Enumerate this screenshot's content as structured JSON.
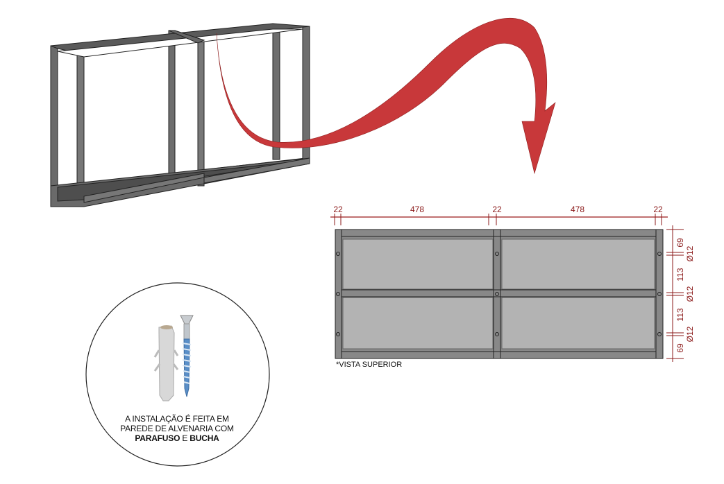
{
  "top_view": {
    "horizontal_dims": [
      "22",
      "478",
      "22",
      "478",
      "22"
    ],
    "vertical_dims": [
      "69",
      "Ø12",
      "113",
      "Ø12",
      "113",
      "Ø12",
      "69"
    ],
    "note": "*VISTA SUPERIOR"
  },
  "install_note": {
    "line1": "A INSTALAÇÃO É FEITA EM",
    "line2": "PAREDE DE ALVENARIA COM",
    "bold1": "PARAFUSO",
    "connector": " E ",
    "bold2": "BUCHA"
  },
  "colors": {
    "arrow": "#c8383a",
    "dimension": "#8b1a1a",
    "frame": "#7a7a7a",
    "panel": "#b3b3b3"
  }
}
